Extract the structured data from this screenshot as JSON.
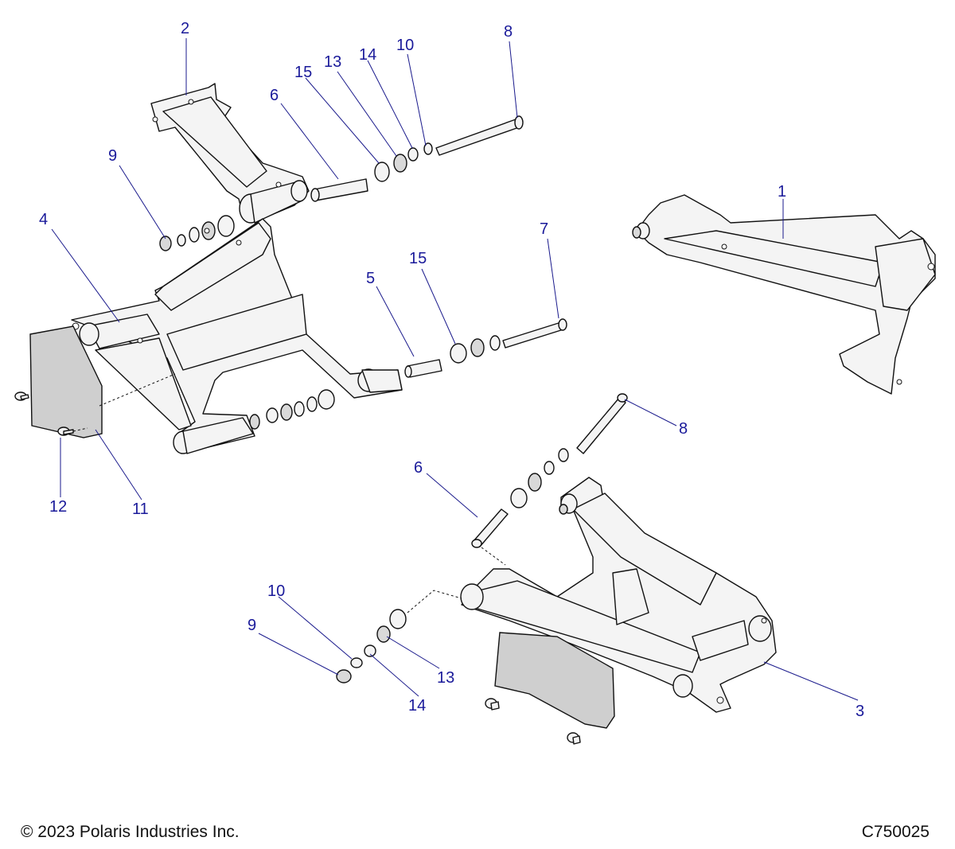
{
  "diagram": {
    "callouts": [
      "1",
      "2",
      "3",
      "4",
      "5",
      "6",
      "7",
      "8",
      "9",
      "10",
      "11",
      "12",
      "13",
      "14",
      "15",
      "6",
      "8",
      "9",
      "10",
      "13",
      "14",
      "15"
    ]
  },
  "footer": {
    "copyright": "© 2023 Polaris Industries Inc.",
    "drawing_number": "C750025"
  }
}
